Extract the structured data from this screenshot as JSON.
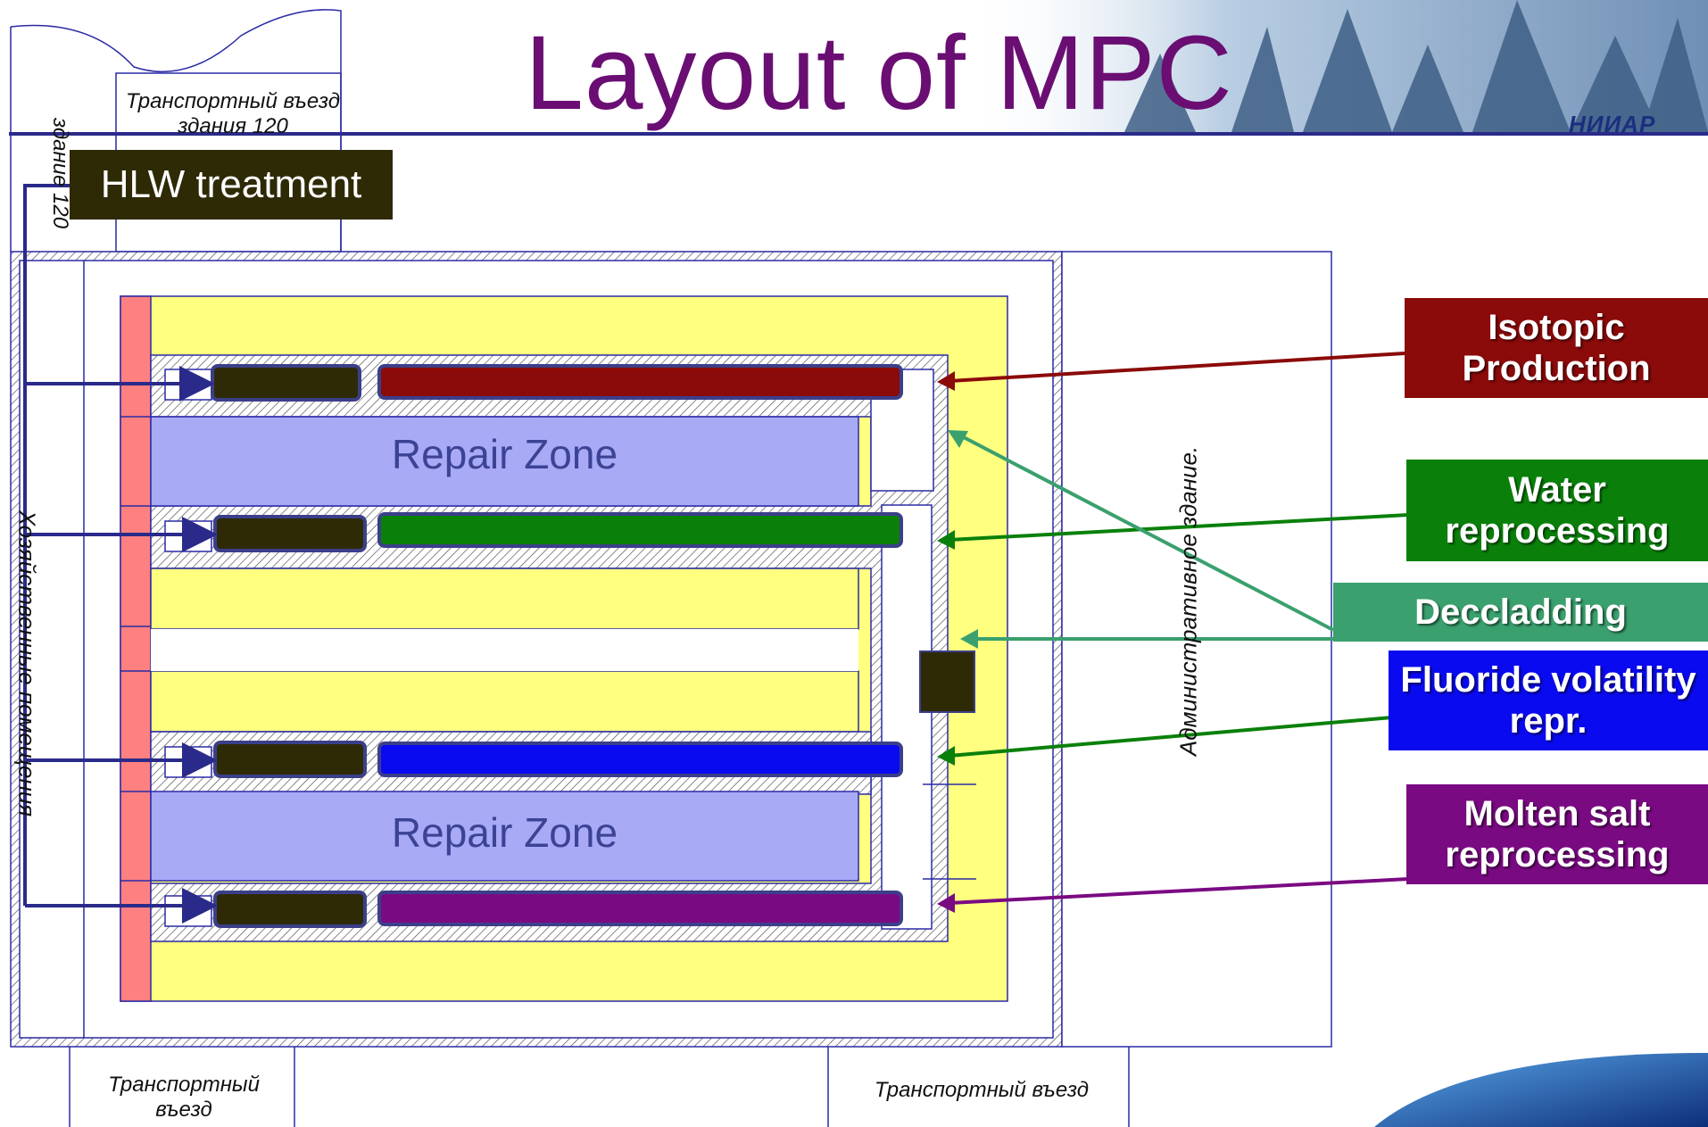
{
  "title": "Layout of MPC",
  "logo_text": "НИИАР",
  "building": {
    "entrance_120": "Транспортный въезд здания 120",
    "building_120": "здание 120",
    "utility_rooms": "Хозяйственные помещения",
    "admin_building": "Административное здание.",
    "entrance_bottom_left": "Транспортный въезд",
    "entrance_bottom_right": "Транспортный въезд"
  },
  "hlw_label": "HLW treatment",
  "repair_zones": [
    "Repair Zone",
    "Repair Zone"
  ],
  "process_labels": {
    "isotopic": "Isotopic Production",
    "water": "Water reprocessing",
    "decladding": "Deccladding",
    "fluoride": "Fluoride volatility repr.",
    "molten": "Molten salt reprocessing"
  },
  "colors": {
    "title": "#6a0e73",
    "hlw": "#2e2a06",
    "isotopic": "#8b0a0a",
    "water": "#0a800a",
    "decladding": "#3aa06e",
    "fluoride": "#0a0af0",
    "molten": "#7a0a82",
    "repair_zone": "#a8aaf6",
    "yellow_zone": "#ffff80",
    "pink_strip": "#ff8080",
    "plan_lines": "#2a2aa6"
  }
}
